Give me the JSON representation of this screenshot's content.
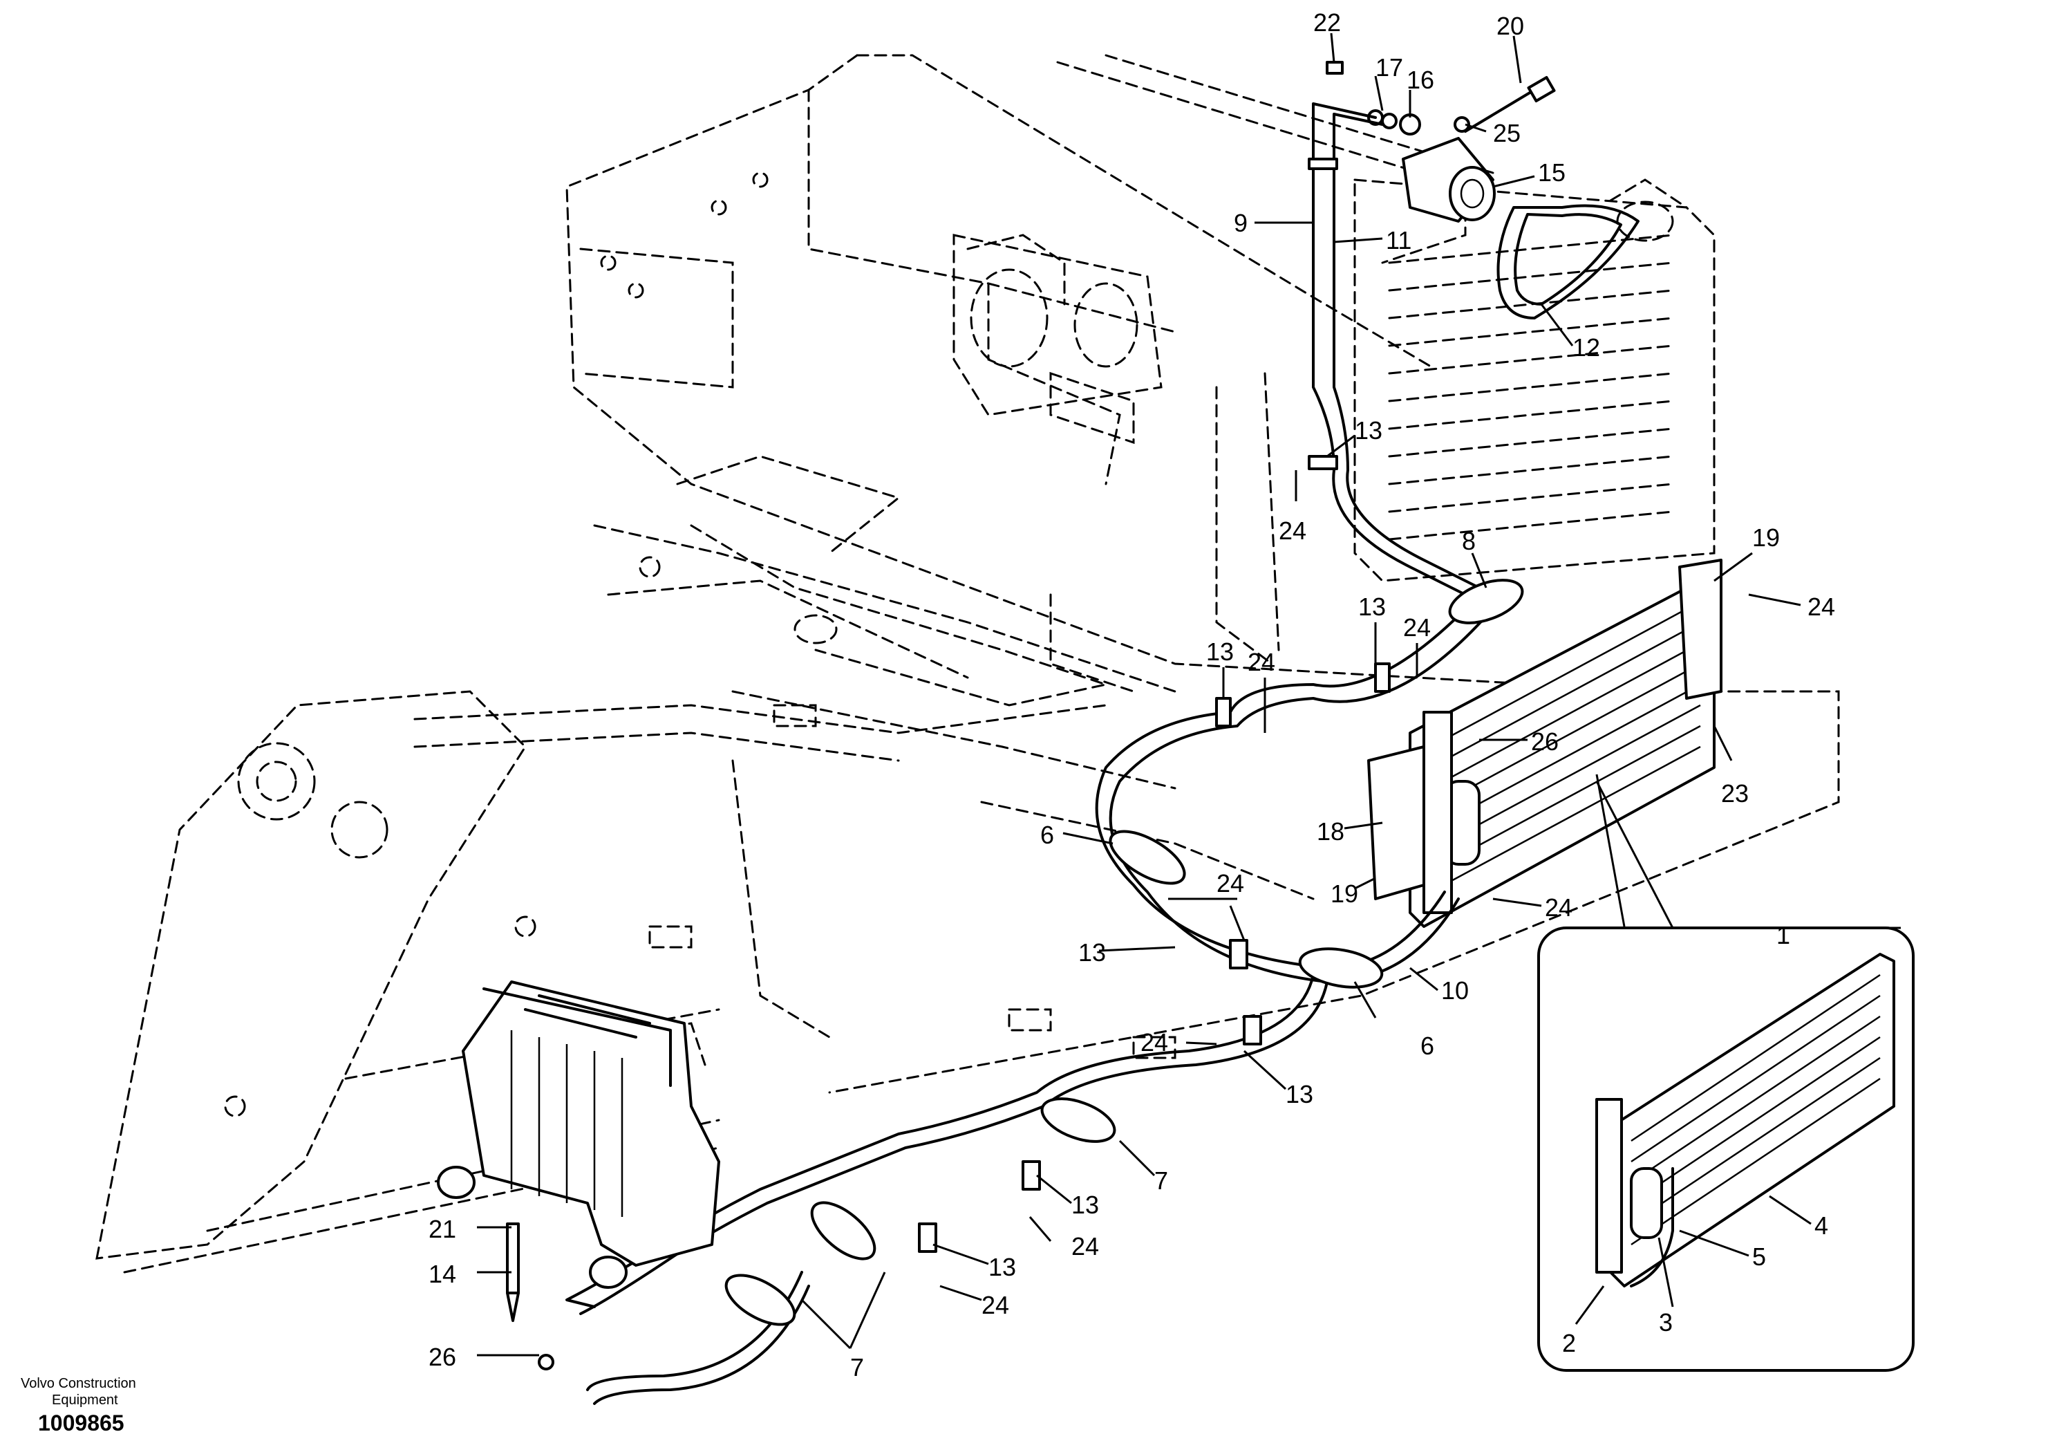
{
  "diagram": {
    "callouts": [
      {
        "id": "c1",
        "text": "1"
      },
      {
        "id": "c2",
        "text": "2"
      },
      {
        "id": "c3",
        "text": "3"
      },
      {
        "id": "c4",
        "text": "4"
      },
      {
        "id": "c5",
        "text": "5"
      },
      {
        "id": "c6a",
        "text": "6"
      },
      {
        "id": "c6b",
        "text": "6"
      },
      {
        "id": "c7a",
        "text": "7"
      },
      {
        "id": "c7b",
        "text": "7"
      },
      {
        "id": "c8",
        "text": "8"
      },
      {
        "id": "c9",
        "text": "9"
      },
      {
        "id": "c10",
        "text": "10"
      },
      {
        "id": "c11",
        "text": "11"
      },
      {
        "id": "c12",
        "text": "12"
      },
      {
        "id": "c13a",
        "text": "13"
      },
      {
        "id": "c13b",
        "text": "13"
      },
      {
        "id": "c13c",
        "text": "13"
      },
      {
        "id": "c13d",
        "text": "13"
      },
      {
        "id": "c13e",
        "text": "13"
      },
      {
        "id": "c13f",
        "text": "13"
      },
      {
        "id": "c13g",
        "text": "13"
      },
      {
        "id": "c14",
        "text": "14"
      },
      {
        "id": "c15",
        "text": "15"
      },
      {
        "id": "c16",
        "text": "16"
      },
      {
        "id": "c17",
        "text": "17"
      },
      {
        "id": "c18",
        "text": "18"
      },
      {
        "id": "c19a",
        "text": "19"
      },
      {
        "id": "c19b",
        "text": "19"
      },
      {
        "id": "c20",
        "text": "20"
      },
      {
        "id": "c21",
        "text": "21"
      },
      {
        "id": "c22",
        "text": "22"
      },
      {
        "id": "c23",
        "text": "23"
      },
      {
        "id": "c24a",
        "text": "24"
      },
      {
        "id": "c24b",
        "text": "24"
      },
      {
        "id": "c24c",
        "text": "24"
      },
      {
        "id": "c24d",
        "text": "24"
      },
      {
        "id": "c24e",
        "text": "24"
      },
      {
        "id": "c24f",
        "text": "24"
      },
      {
        "id": "c24g",
        "text": "24"
      },
      {
        "id": "c24h",
        "text": "24"
      },
      {
        "id": "c24i",
        "text": "24"
      },
      {
        "id": "c24j",
        "text": "24"
      },
      {
        "id": "c25",
        "text": "25"
      },
      {
        "id": "c26a",
        "text": "26"
      },
      {
        "id": "c26b",
        "text": "26"
      }
    ]
  },
  "footer": {
    "brand_line1": "Volvo Construction",
    "brand_line2": "Equipment",
    "drawing_number": "1009865"
  }
}
